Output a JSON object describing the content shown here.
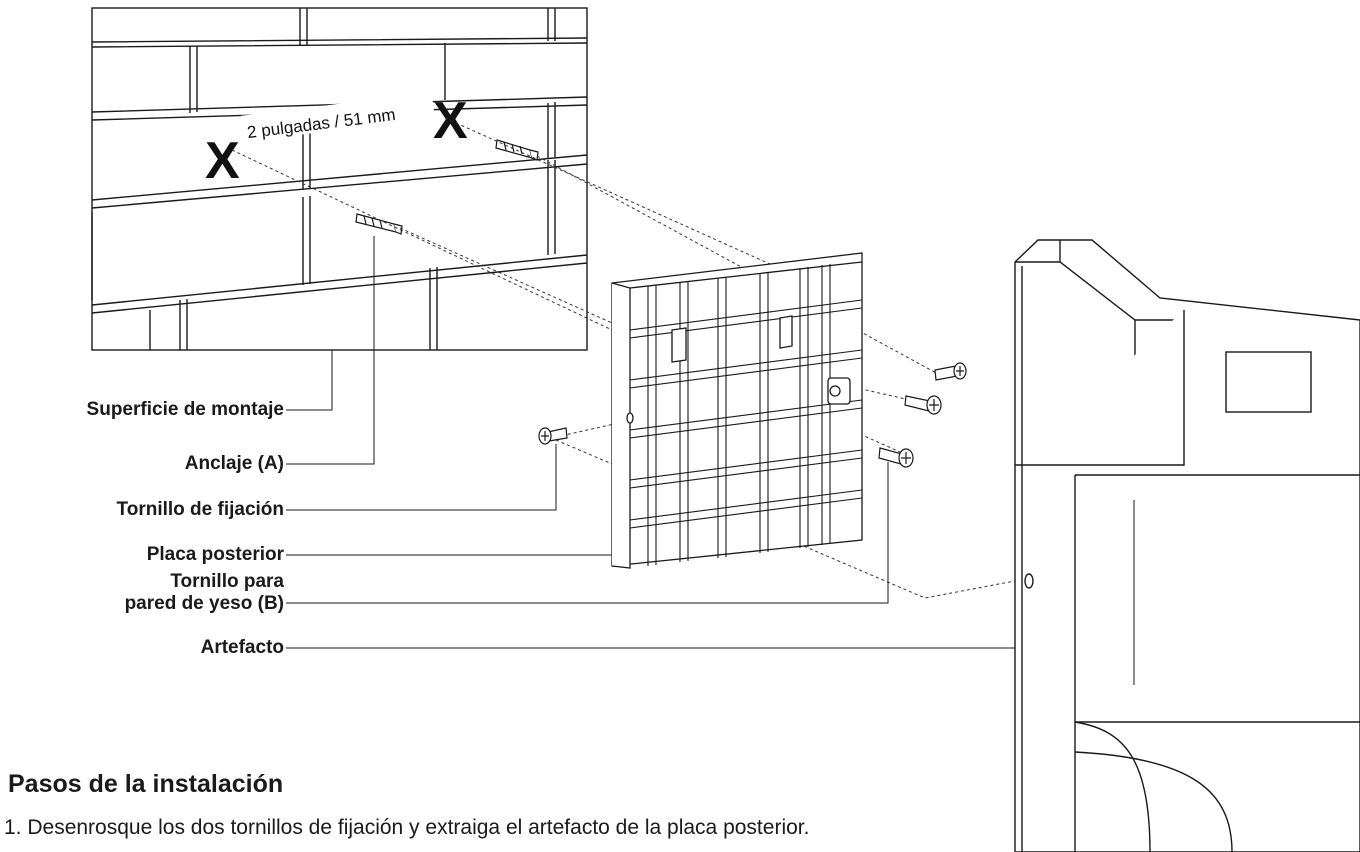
{
  "wall": {
    "dimension_label": "2 pulgadas / 51 mm",
    "mark_left": "X",
    "mark_right": "X"
  },
  "callouts": {
    "mounting_surface": "Superficie de montaje",
    "anchor": "Anclaje (A)",
    "set_screw": "Tornillo de fijación",
    "back_plate": "Placa posterior",
    "drywall_screw_line1": "Tornillo para",
    "drywall_screw_line2": "pared de yeso (B)",
    "fixture": "Artefacto"
  },
  "instructions": {
    "heading": "Pasos de la instalación",
    "step1": "1. Desenrosque los dos tornillos de fijación y extraiga el artefacto de la placa posterior."
  }
}
